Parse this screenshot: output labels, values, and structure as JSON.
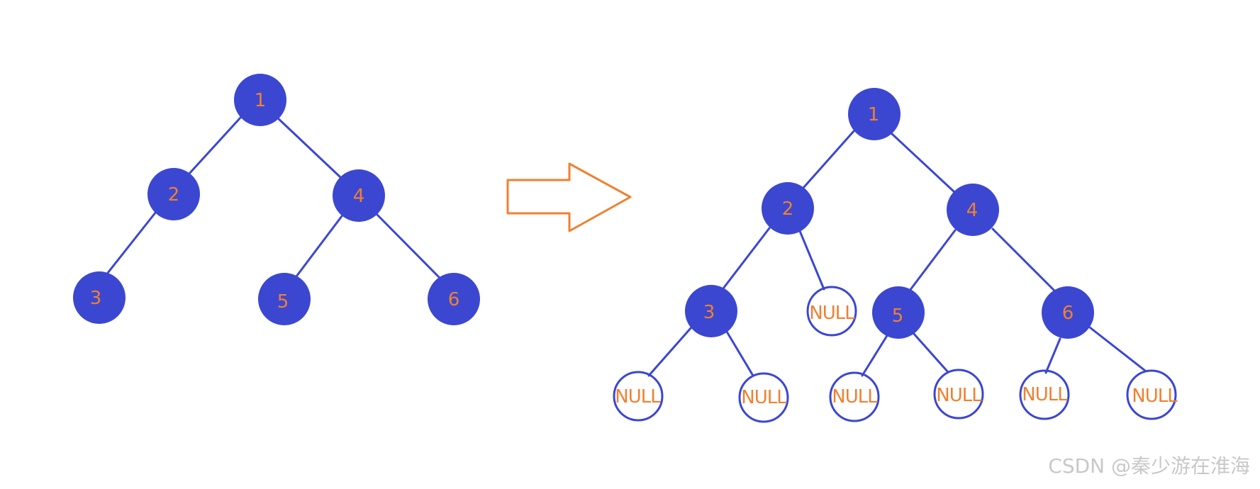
{
  "left_tree": {
    "nodes": [
      "1",
      "2",
      "4",
      "3",
      "5",
      "6"
    ]
  },
  "right_tree": {
    "nodes": [
      "1",
      "2",
      "4",
      "3",
      "NULL",
      "5",
      "6"
    ],
    "null_leaves": [
      "NULL",
      "NULL",
      "NULL",
      "NULL",
      "NULL",
      "NULL"
    ]
  },
  "watermark": "CSDN @秦少游在淮海",
  "colors": {
    "node_fill": "#3b47d1",
    "edge": "#3b47d1",
    "label": "#f08030",
    "arrow": "#f08030",
    "watermark": "#c8c8c8"
  }
}
